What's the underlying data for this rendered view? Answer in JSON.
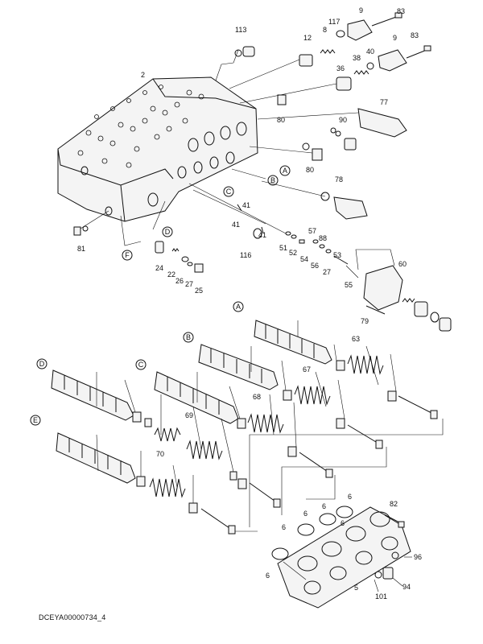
{
  "drawing_code": "DCEYA00000734_4",
  "callout_letters": [
    "A",
    "B",
    "C",
    "D",
    "E",
    "F"
  ],
  "part_numbers": {
    "p113": "113",
    "p117": "117",
    "p9a": "9",
    "p83a": "83",
    "p12": "12",
    "p8": "8",
    "p9b": "9",
    "p83b": "83",
    "p40": "40",
    "p38": "38",
    "p36": "36",
    "p2": "2",
    "p77": "77",
    "p80a": "80",
    "p90": "90",
    "p80b": "80",
    "p78": "78",
    "p41a": "41",
    "p41b": "41",
    "p41c": "41",
    "p81": "81",
    "p116": "116",
    "p51": "51",
    "p52": "52",
    "p57": "57",
    "p88": "88",
    "p54": "54",
    "p56": "56",
    "p53": "53",
    "p27a": "27",
    "p55": "55",
    "p60": "60",
    "p79": "79",
    "p24": "24",
    "p22": "22",
    "p26": "26",
    "p27b": "27",
    "p25": "25",
    "p63": "63",
    "p67": "67",
    "p68": "68",
    "p69": "69",
    "p70": "70",
    "p6a": "6",
    "p6b": "6",
    "p6c": "6",
    "p6d": "6",
    "p6e": "6",
    "p6f": "6",
    "p82": "82",
    "p96": "96",
    "p94": "94",
    "p5": "5",
    "p101": "101"
  }
}
